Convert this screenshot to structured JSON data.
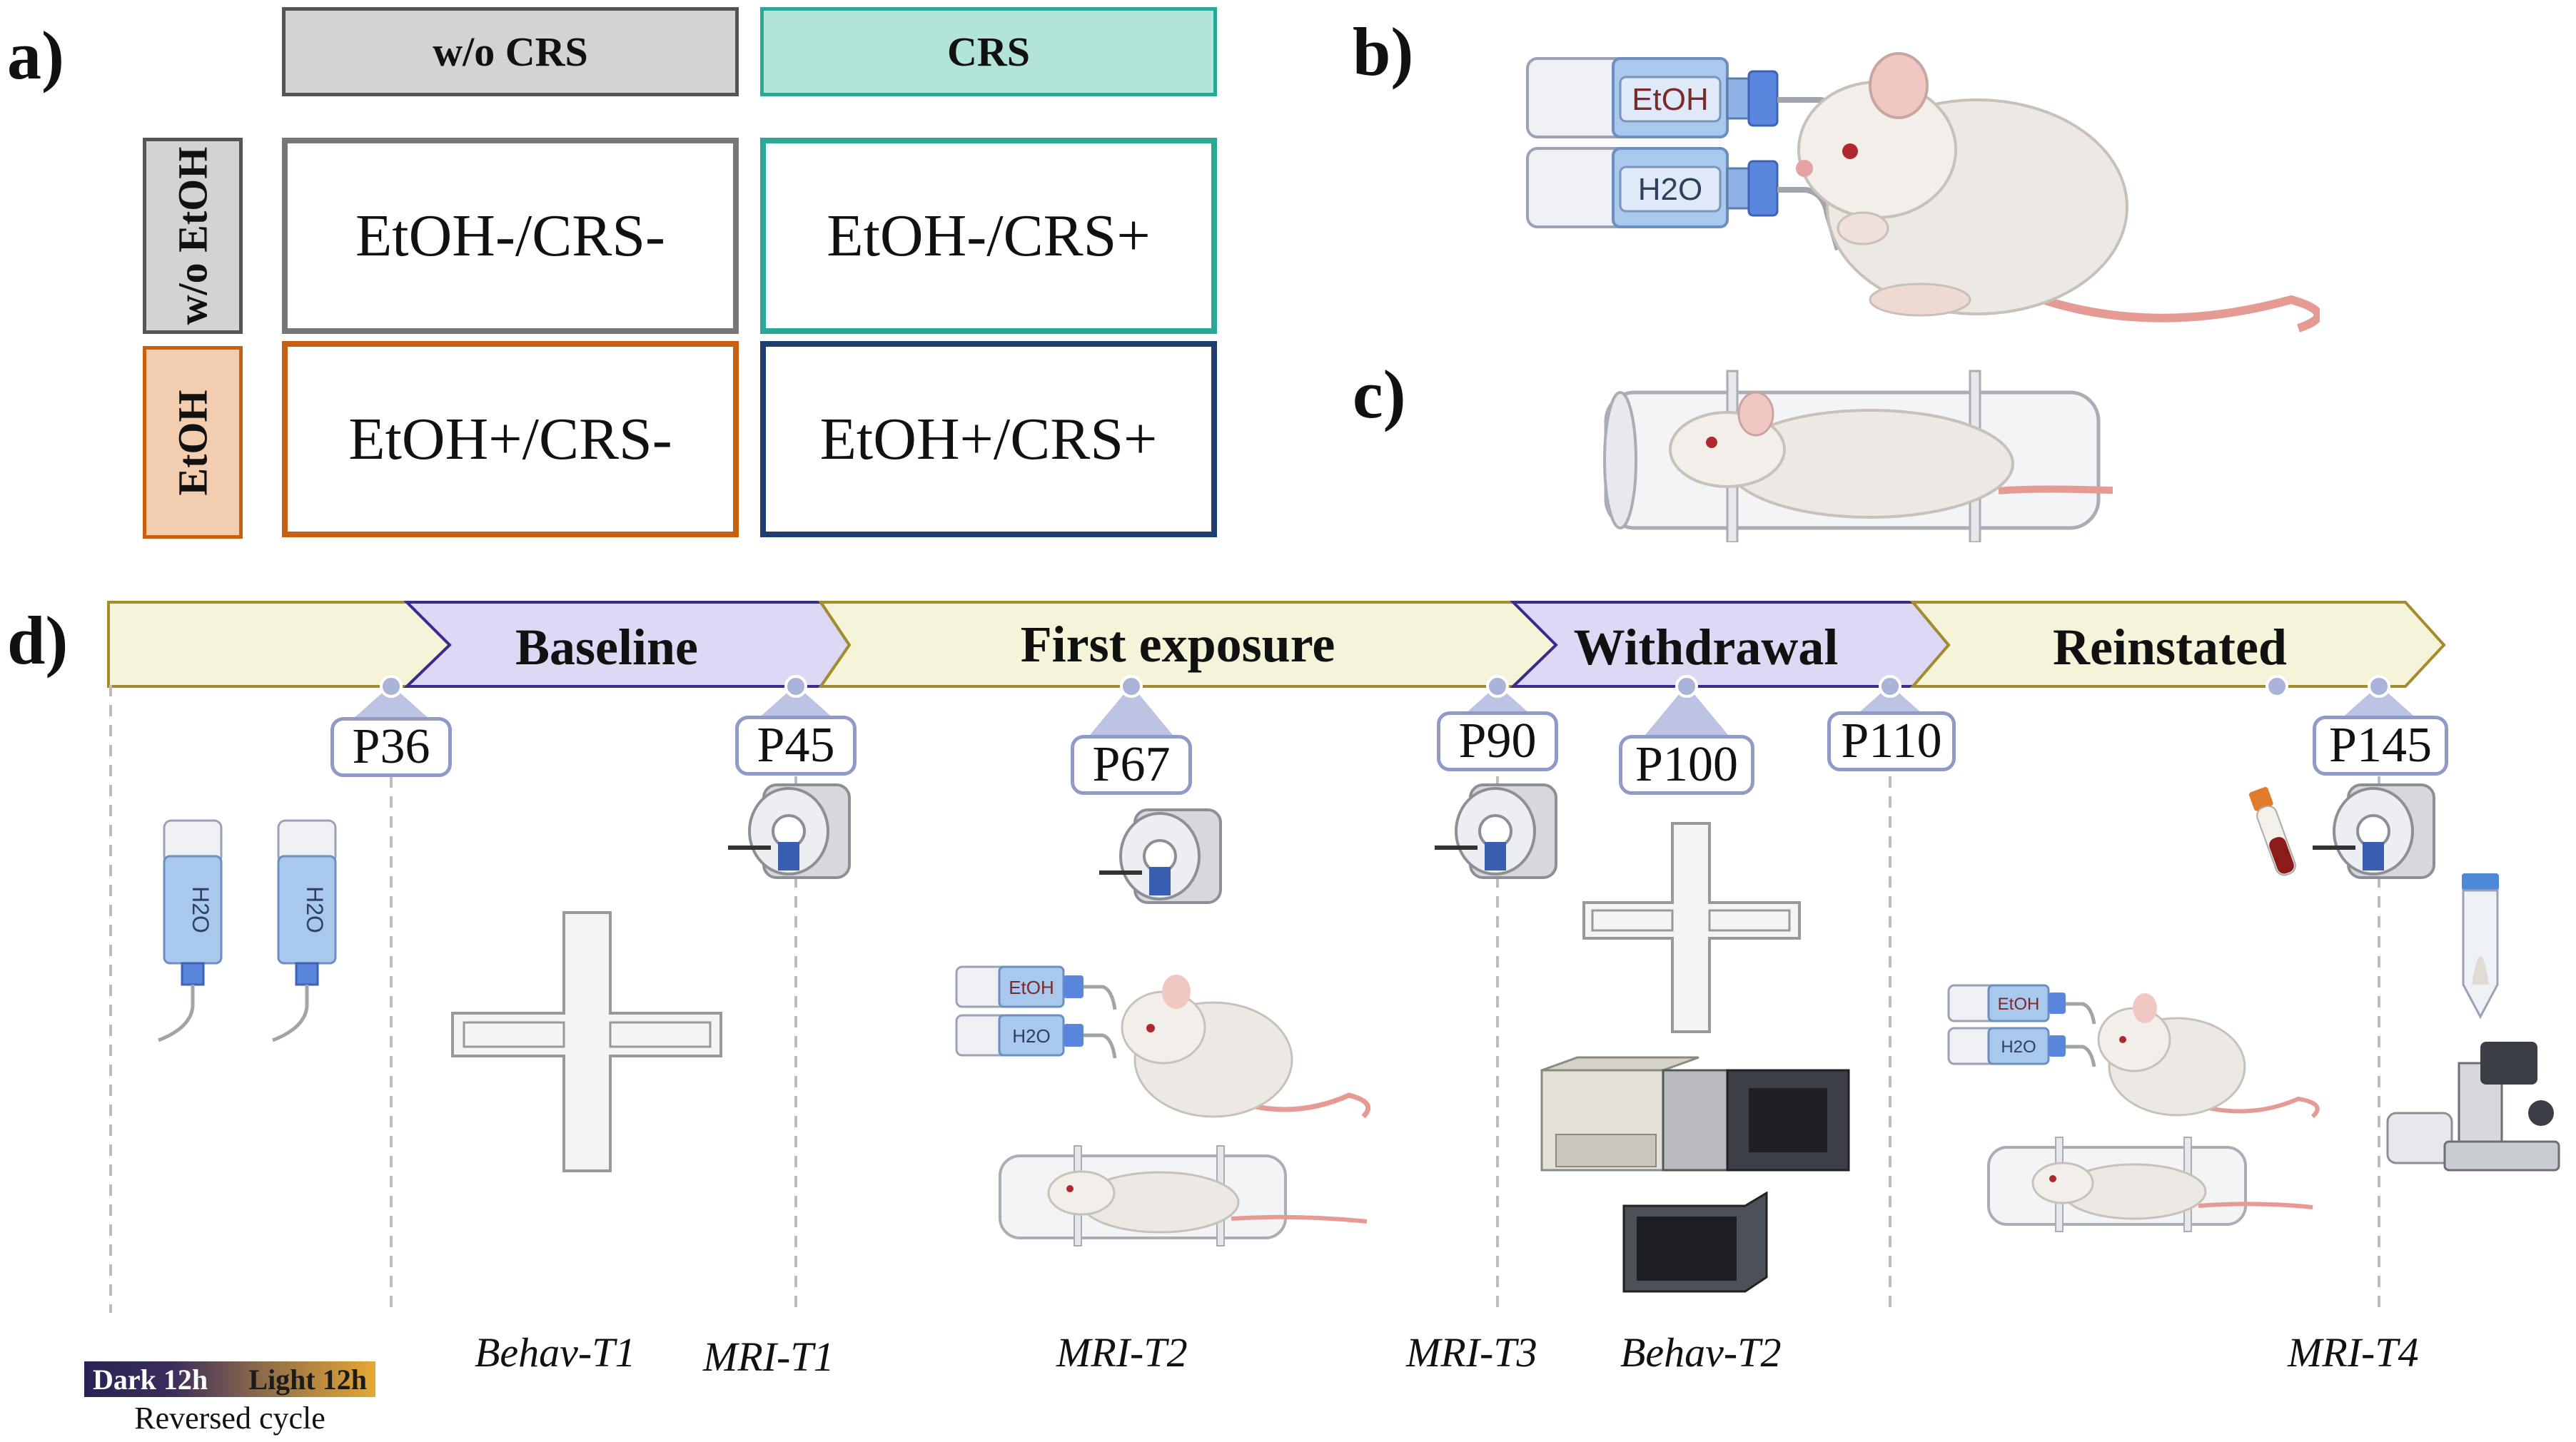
{
  "panel_a": {
    "label": "a)",
    "col_headers": [
      "w/o CRS",
      "CRS"
    ],
    "row_headers": [
      "w/o EtOH",
      "EtOH"
    ],
    "cells": [
      "EtOH-/CRS-",
      "EtOH-/CRS+",
      "EtOH+/CRS-",
      "EtOH+/CRS+"
    ],
    "colors": {
      "gray": "#d3d3d3",
      "teal": "#b3e4da",
      "teal_border": "#2aa795",
      "orange": "#f2cdb0",
      "orange_border": "#c9600f",
      "navy_border": "#1f3e6e"
    }
  },
  "panel_b": {
    "label": "b)",
    "bottle_labels": [
      "EtOH",
      "H2O"
    ]
  },
  "panel_c": {
    "label": "c)"
  },
  "panel_d": {
    "label": "d)",
    "phases": [
      "Baseline",
      "First exposure",
      "Withdrawal",
      "Reinstated"
    ],
    "timepoints": [
      "P36",
      "P45",
      "P67",
      "P90",
      "P100",
      "P110",
      "P145"
    ],
    "small_bottle_labels": [
      "EtOH",
      "H2O"
    ],
    "water_bottle_label": "H2O",
    "bottom_labels": [
      "Behav-T1",
      "MRI-T1",
      "MRI-T2",
      "MRI-T3",
      "Behav-T2",
      "MRI-T4"
    ],
    "cycle": {
      "dark": "Dark 12h",
      "light": "Light 12h",
      "caption": "Reversed cycle"
    },
    "colors": {
      "cream": "#f5f3d8",
      "lavender": "#ddd9f5",
      "arrow_border": "#a38b2e",
      "lavender_border": "#3b2b8c"
    }
  }
}
